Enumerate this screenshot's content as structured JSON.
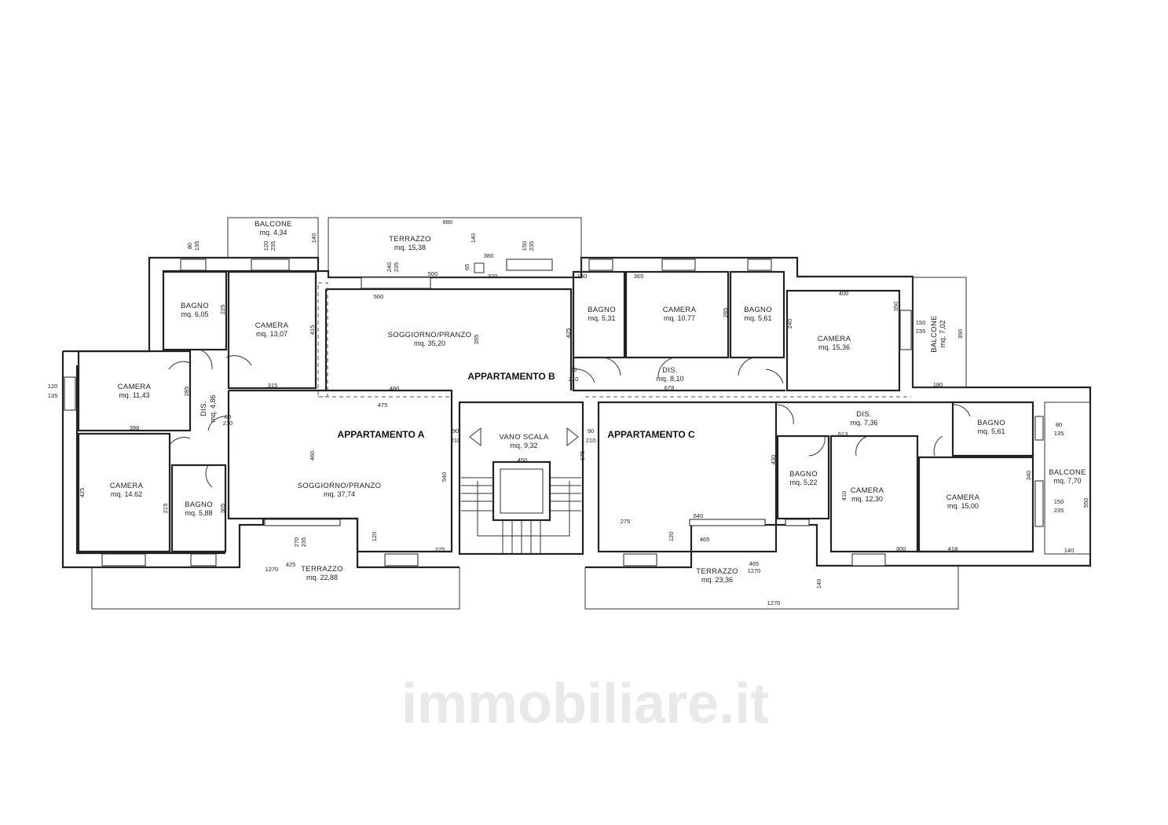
{
  "watermark": "immobiliare.it",
  "apartments": {
    "a": "APPARTAMENTO A",
    "b": "APPARTAMENTO B",
    "c": "APPARTAMENTO C"
  },
  "rooms": {
    "a_balcone": {
      "name": "BALCONE",
      "area": "mq. 4,34"
    },
    "a_bagno1": {
      "name": "BAGNO",
      "area": "mq. 6,05"
    },
    "a_camera1": {
      "name": "CAMERA",
      "area": "mq. 13,07"
    },
    "a_camera2": {
      "name": "CAMERA",
      "area": "mq. 11,43"
    },
    "a_dis": {
      "name": "DIS.",
      "area": "mq. 4,86"
    },
    "a_camera3": {
      "name": "CAMERA",
      "area": "mq. 14.62"
    },
    "a_bagno2": {
      "name": "BAGNO",
      "area": "mq. 5,88"
    },
    "a_soggiorno": {
      "name": "SOGGIORNO/PRANZO",
      "area": "mq. 37,74"
    },
    "a_terrazzo": {
      "name": "TERRAZZO",
      "area": "mq. 22,88"
    },
    "b_terrazzo": {
      "name": "TERRAZZO",
      "area": "mq. 15,38"
    },
    "b_soggiorno": {
      "name": "SOGGIORNO/PRANZO",
      "area": "mq. 35,20"
    },
    "b_bagno1": {
      "name": "BAGNO",
      "area": "mq. 5,31"
    },
    "b_camera1": {
      "name": "CAMERA",
      "area": "mq. 10.77"
    },
    "b_bagno2": {
      "name": "BAGNO",
      "area": "mq. 5,61"
    },
    "b_camera2": {
      "name": "CAMERA",
      "area": "mq. 15,36"
    },
    "b_dis": {
      "name": "DIS.",
      "area": "mq. 8,10"
    },
    "b_balcone": {
      "name": "BALCONE",
      "area": "mq. 7,02"
    },
    "vano": {
      "name": "VANO SCALA",
      "area": "mq. 9,32"
    },
    "c_dis": {
      "name": "DIS.",
      "area": "mq. 7,36"
    },
    "c_bagno1": {
      "name": "BAGNO",
      "area": "mq. 5,22"
    },
    "c_camera1": {
      "name": "CAMERA",
      "area": "mq. 12,30"
    },
    "c_camera2": {
      "name": "CAMERA",
      "area": "mq. 15,00"
    },
    "c_bagno2": {
      "name": "BAGNO",
      "area": "mq. 5,61"
    },
    "c_balcone": {
      "name": "BALCONE",
      "area": "mq. 7,70"
    },
    "c_terrazzo": {
      "name": "TERRAZZO",
      "area": "mq. 23,36"
    }
  },
  "dims": {
    "d880": "880",
    "d140a": "140",
    "d140b": "140",
    "d65": "65",
    "d380": "380",
    "d320": "320",
    "d560": "560",
    "d500": "500",
    "d225": "225",
    "d415": "415",
    "d315": "315",
    "d480": "480",
    "d475": "475",
    "d285": "285",
    "d398": "398",
    "d425": "425",
    "d215": "215",
    "d305": "305",
    "d460": "460",
    "d540": "540",
    "d1270a": "1270",
    "d425b": "425",
    "d275a": "275",
    "d120a": "120",
    "d180": "180",
    "d365": "365",
    "d425c": "425",
    "d285b": "285",
    "d400": "400",
    "d240": "240",
    "d350": "350",
    "d678": "678",
    "d390": "390",
    "d180b": "180",
    "d450": "450",
    "d175": "175",
    "d613": "613",
    "d430": "430",
    "d410": "410",
    "d275b": "275",
    "d640": "640",
    "d465": "465",
    "d465b": "465",
    "d1270b": "1270",
    "d1270c": "1270",
    "d300": "300",
    "d418": "418",
    "d140c": "140",
    "d550": "550",
    "d340": "340",
    "d120b": "120",
    "d395": "395"
  },
  "openings": {
    "w_80_135": "80",
    "w_135": "135",
    "w_120": "120",
    "w_235": "235",
    "w_150": "150",
    "w_240": "240",
    "w_270": "270",
    "door_80": "80",
    "door_90": "90",
    "door_210": "210"
  }
}
